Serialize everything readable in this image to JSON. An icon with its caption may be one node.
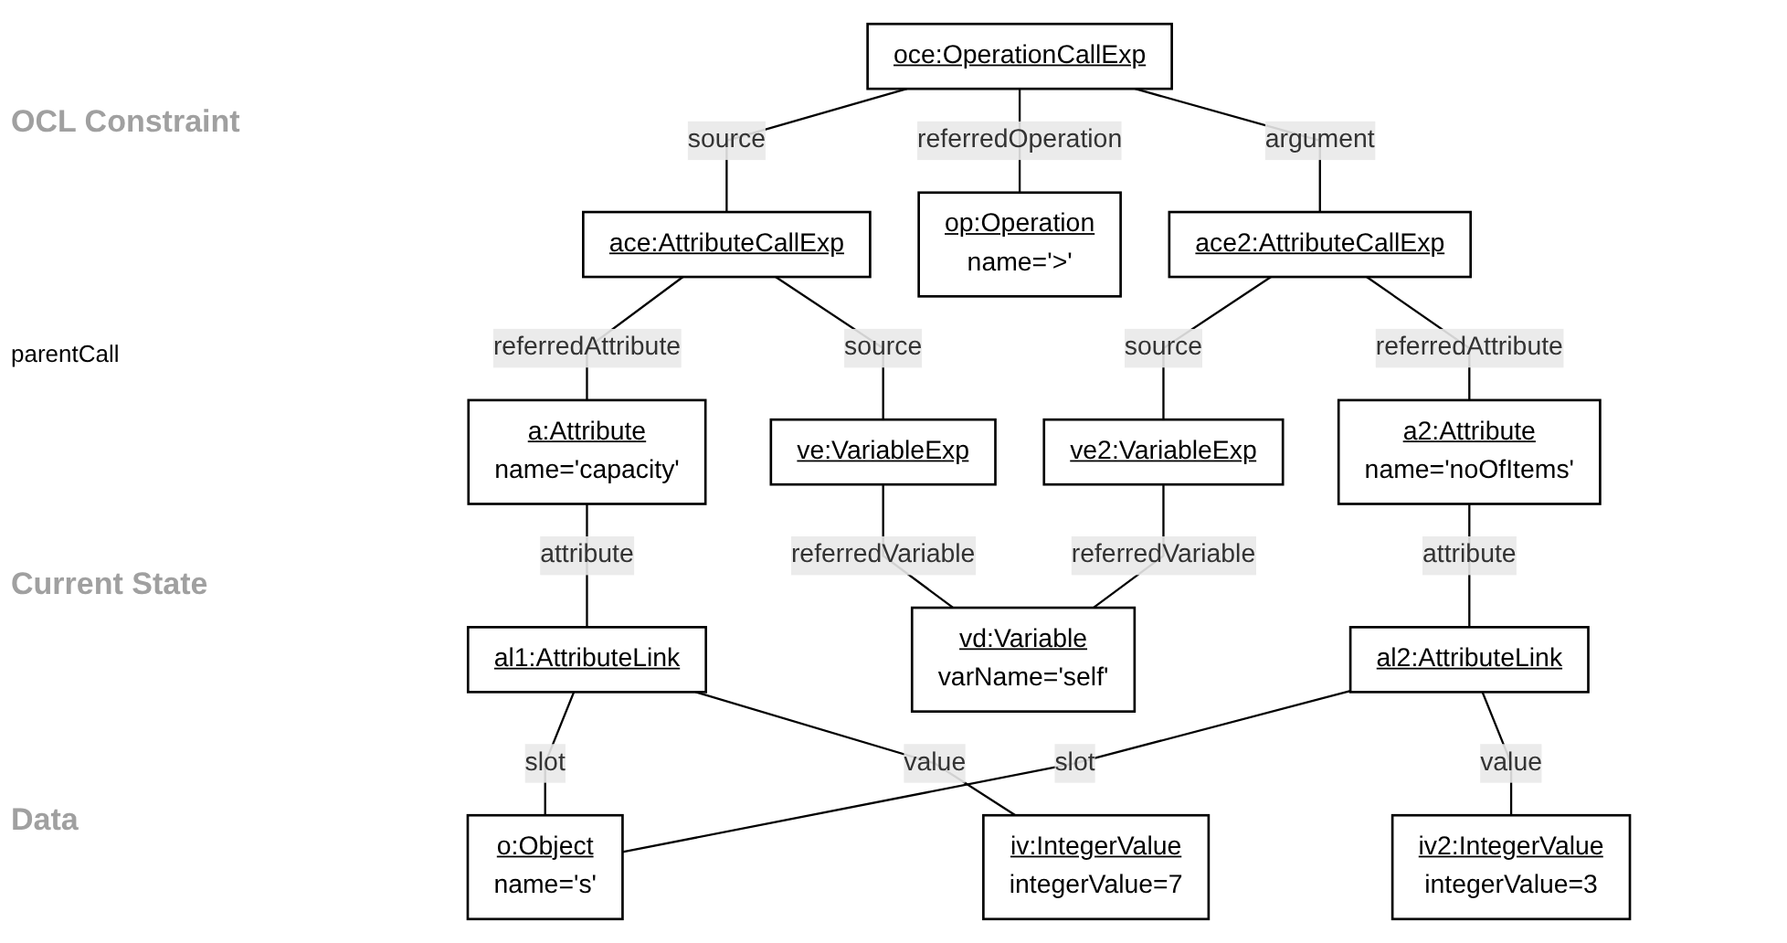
{
  "diagram": {
    "nodes": [
      {
        "text": [
          "oce:OperationCallExp"
        ]
      },
      {
        "text": [
          "ace:AttributeCallExp"
        ]
      },
      {
        "text": [
          "op:Operation",
          "name='>'"
        ]
      },
      {
        "text": [
          "ace2:AttributeCallExp"
        ]
      },
      {
        "text": [
          "a:Attribute",
          "name='capacity'"
        ]
      },
      {
        "text": [
          "ve:VariableExp"
        ]
      },
      {
        "text": [
          "vd:Variable",
          "varName='self'"
        ]
      },
      {
        "text": [
          "ve2:VariableExp"
        ]
      },
      {
        "text": [
          "a2:Attribute",
          "name='noOfItems'"
        ]
      },
      {
        "text": [
          "o:Object",
          "name='s'"
        ]
      },
      {
        "text": [
          "al1:AttributeLink"
        ]
      },
      {
        "text": [
          "al2:AttributeLink"
        ]
      },
      {
        "text": [
          "iv:IntegerValue",
          "integerValue=7"
        ]
      },
      {
        "text": [
          "iv2:IntegerValue",
          "integerValue=3"
        ]
      }
    ],
    "edges": [
      {
        "from": 0,
        "to": 1,
        "arrow": "none",
        "label": "source"
      },
      {
        "from": 0,
        "to": 2,
        "arrow": "none",
        "label": "referredOperation"
      },
      {
        "from": 0,
        "to": 3,
        "arrow": "none",
        "label": "argument"
      },
      {
        "from": 1,
        "to": 4,
        "arrow": "none",
        "label": "referredAttribute"
      },
      {
        "from": 1,
        "to": 5,
        "arrow": "none",
        "label": "source"
      },
      {
        "from": 5,
        "to": 6,
        "arrow": "none",
        "label": "referredVariable"
      },
      {
        "from": 7,
        "to": 6,
        "arrow": "none",
        "label": "referredVariable"
      },
      {
        "from": 3,
        "to": 7,
        "arrow": "none",
        "label": "source"
      },
      {
        "from": 3,
        "to": 8,
        "arrow": "none",
        "label": "referredAttribute"
      },
      {
        "from": 4,
        "to": 10,
        "arrow": "none",
        "label": "attribute"
      },
      {
        "from": 8,
        "to": 11,
        "arrow": "none",
        "label": "attribute"
      },
      {
        "from": 10,
        "to": 9,
        "arrow": "none",
        "label": "slot"
      },
      {
        "from": 11,
        "to": 9,
        "arrow": "none",
        "label": "slot"
      },
      {
        "from": 10,
        "to": 12,
        "arrow": "none",
        "label": "value"
      },
      {
        "from": 11,
        "to": 13,
        "arrow": "none",
        "label": "value"
      }
    ],
    "labels": [
      "OCL Constraint",
      "parentCall",
      "Current State",
      "Data"
    ]
  }
}
